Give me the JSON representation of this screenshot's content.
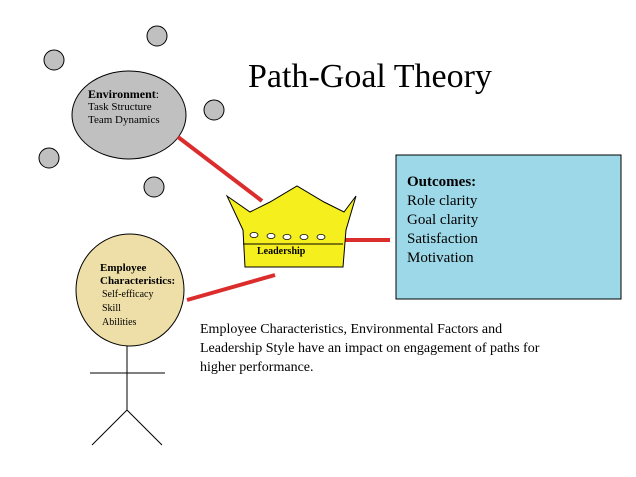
{
  "title": "Path-Goal Theory",
  "environment": {
    "heading": "Environment",
    "items": [
      "Task Structure",
      "Team Dynamics"
    ]
  },
  "employee": {
    "heading": "Employee Characteristics:",
    "items": [
      "Self-efficacy",
      "Skill",
      "Abilities"
    ]
  },
  "leadership": {
    "label": "Leadership"
  },
  "outcomes": {
    "heading": "Outcomes:",
    "items": [
      "Role clarity",
      "Goal clarity",
      "Satisfaction",
      "Motivation"
    ]
  },
  "description": "Employee Characteristics, Environmental Factors and Leadership Style have an impact on engagement of paths for higher performance.",
  "colors": {
    "environment_fill": "#c0c0c0",
    "employee_fill": "#eedfa8",
    "crown_fill": "#f5ef1e",
    "outcomes_fill": "#9dd8e8",
    "connector": "#dc2d2d"
  }
}
